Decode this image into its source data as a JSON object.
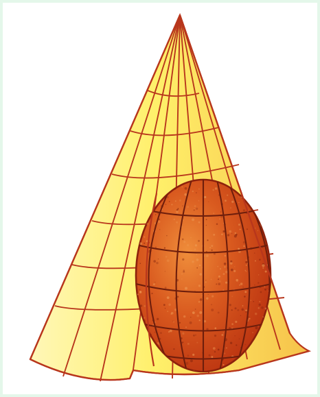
{
  "diagram": {
    "kind": "conic-projection-illustration",
    "colors": {
      "background": "#ffffff",
      "border": "#e4f7ea",
      "cone_fill_light": "#fff7b8",
      "cone_fill_yellow": "#fff06a",
      "cone_fill_orange": "#f6c24a",
      "line": "#b8361c",
      "sphere_dark": "#b8300f",
      "sphere_mid": "#d95a1f",
      "sphere_light": "#ef8d3a"
    },
    "elements": [
      "cone",
      "globe",
      "meridians",
      "parallels"
    ]
  }
}
